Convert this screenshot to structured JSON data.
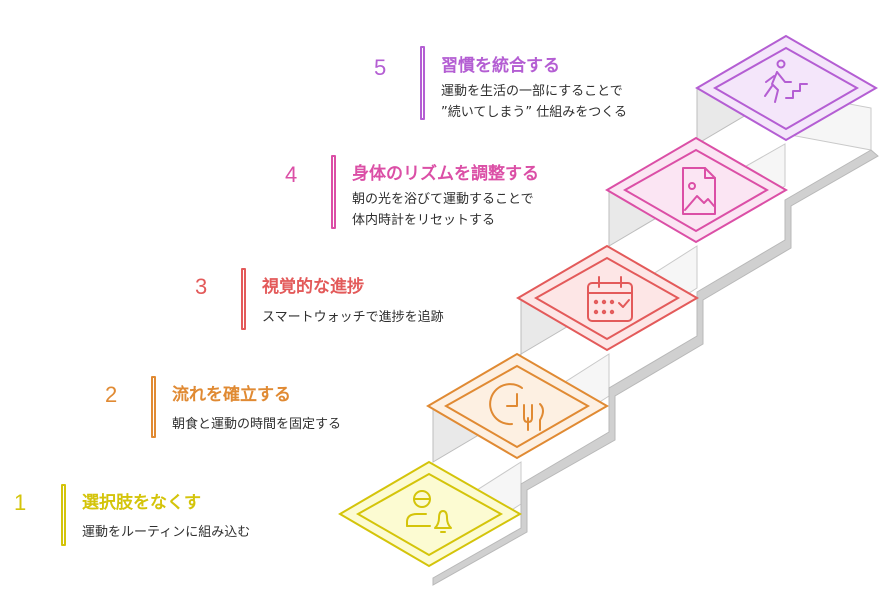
{
  "steps": [
    {
      "number": "1",
      "title": "選択肢をなくす",
      "desc": [
        "運動をルーティンに組み込む"
      ],
      "color": "#d4c40a",
      "fill": "#fcfbd2",
      "icon": "person-bell-icon"
    },
    {
      "number": "2",
      "title": "流れを確立する",
      "desc": [
        "朝食と運動の時間を固定する"
      ],
      "color": "#e08a33",
      "fill": "#fdf0e2",
      "icon": "clock-fork-icon"
    },
    {
      "number": "3",
      "title": "視覚的な進捗",
      "desc": [
        "スマートウォッチで進捗を追跡"
      ],
      "color": "#e35a5a",
      "fill": "#fde6e6",
      "icon": "calendar-check-icon"
    },
    {
      "number": "4",
      "title": "身体のリズムを調整する",
      "desc": [
        "朝の光を浴びて運動することで",
        "体内時計をリセットする"
      ],
      "color": "#db4fa6",
      "fill": "#fbe5f3",
      "icon": "image-file-icon"
    },
    {
      "number": "5",
      "title": "習慣を統合する",
      "desc": [
        "運動を生活の一部にすることで",
        "”続いてしまう” 仕組みをつくる"
      ],
      "color": "#b45ed3",
      "fill": "#f4e6fa",
      "icon": "person-stairs-icon"
    }
  ]
}
